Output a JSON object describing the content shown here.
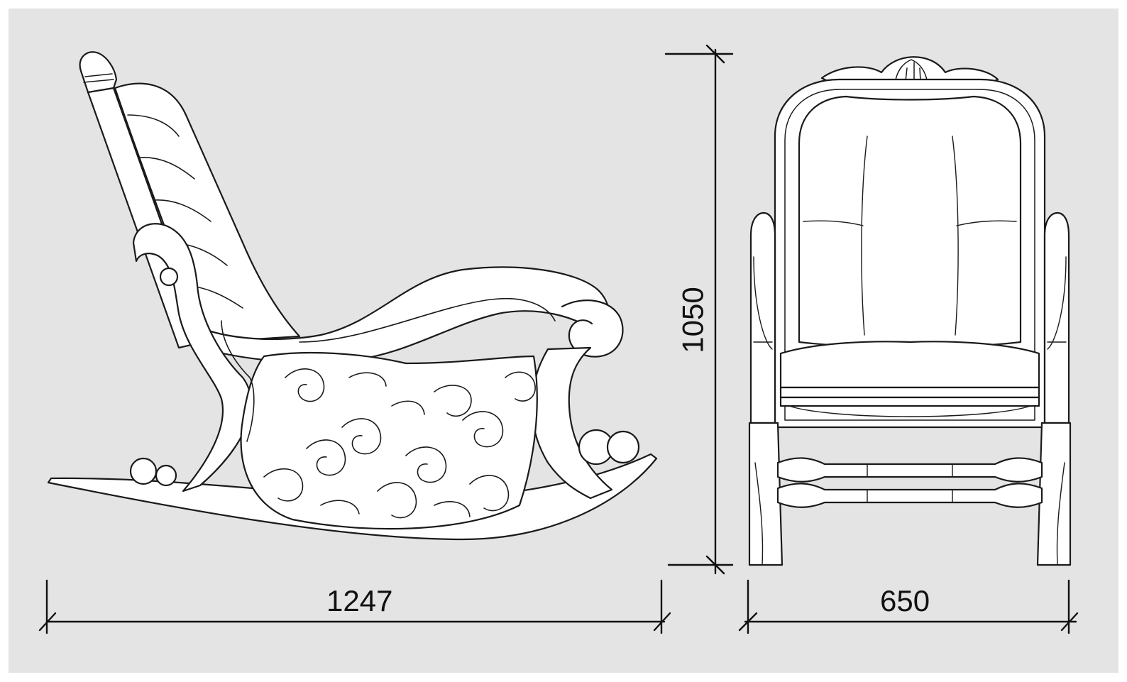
{
  "dimensions": {
    "side_width": "1247",
    "front_width": "650",
    "height": "1050"
  },
  "colors": {
    "background": "#e4e4e4",
    "line": "#1a1a1a",
    "fill": "#ffffff"
  }
}
